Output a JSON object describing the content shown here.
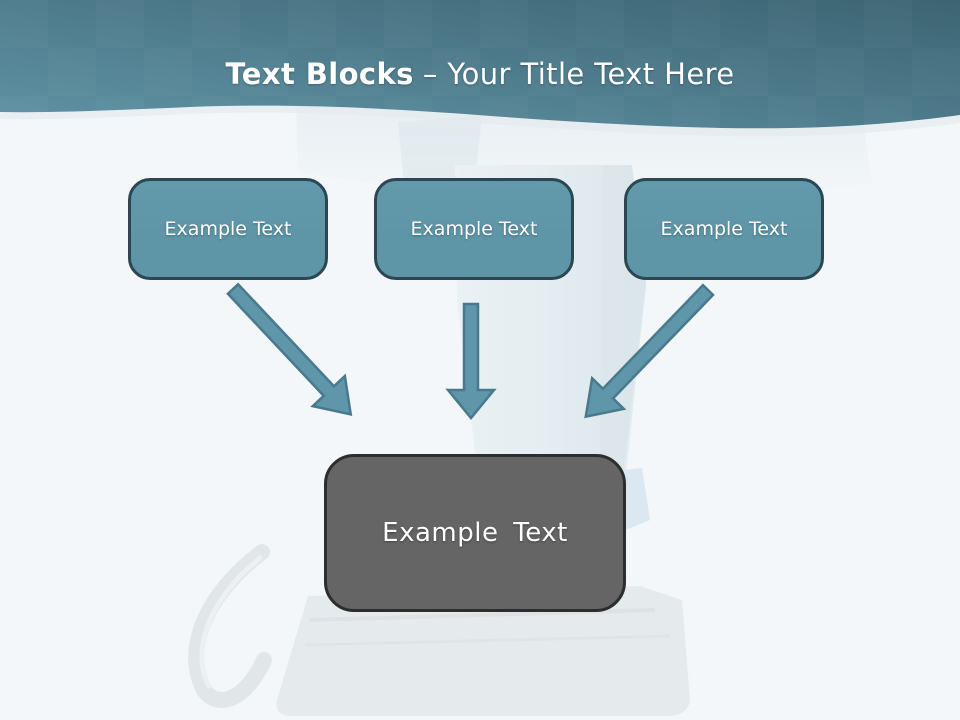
{
  "title": {
    "bold": "Text Blocks",
    "rest": "– Your Title Text Here"
  },
  "top_boxes": [
    {
      "label": "Example Text"
    },
    {
      "label": "Example Text"
    },
    {
      "label": "Example Text"
    }
  ],
  "center_box": {
    "label": "Example Text"
  },
  "icons": {
    "watermark": "power-drill-photo-watermark",
    "arrows": [
      "arrow-down-right",
      "arrow-down",
      "arrow-down-left"
    ]
  },
  "colors": {
    "header-top": "#3d6473",
    "header-bottom": "#5f93a5",
    "box-fill": "#5e96a8",
    "box-border": "#2c4753",
    "arrow-fill": "#5f96a9",
    "arrow-stroke": "#48798c",
    "center-fill": "#656565",
    "center-border": "#2d2d2d",
    "background": "#f3f7f9",
    "title-text": "#ffffff"
  }
}
